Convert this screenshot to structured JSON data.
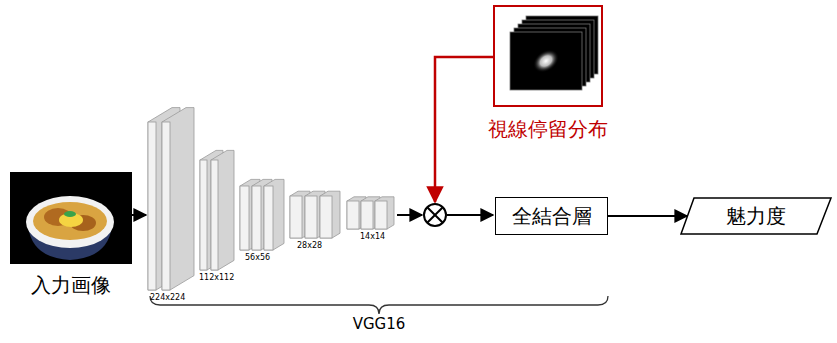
{
  "diagram": {
    "nodes": [
      {
        "text": [
          "入力画像"
        ]
      },
      {
        "text": [
          "視線停留分布"
        ]
      },
      {
        "text": [
          "全結合層"
        ]
      },
      {
        "text": [
          "魅力度"
        ]
      }
    ],
    "edges": [
      {
        "from": 2,
        "to": 3,
        "arrow": "to"
      }
    ],
    "labels": [
      "224x224",
      "112x112",
      "56x56",
      "28x28",
      "14x14",
      "VGG16"
    ]
  }
}
